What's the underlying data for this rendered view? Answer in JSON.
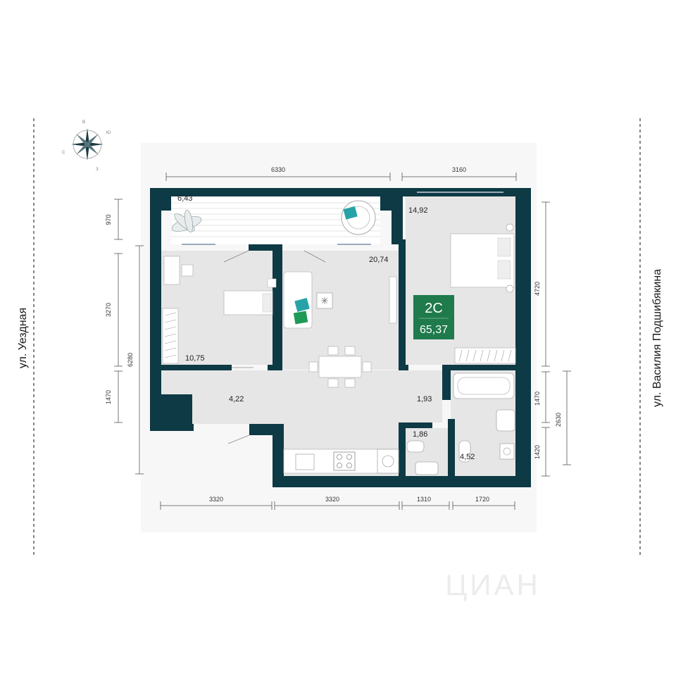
{
  "streets": {
    "left": "ул. Уездная",
    "right": "ул. Василия Подшибякина"
  },
  "compass": {
    "n": "В",
    "e": "Ю",
    "s": "З",
    "w": "С"
  },
  "apartment": {
    "type": "2С",
    "total_area": "65,37"
  },
  "rooms": {
    "balcony": "6,43",
    "bedroom": "14,92",
    "living": "20,74",
    "child_room": "10,75",
    "hall": "4,22",
    "corridor": "1,93",
    "wc": "1,86",
    "bathroom": "4,52"
  },
  "dimensions": {
    "top_left": "6330",
    "top_right": "3160",
    "left_balcony": "970",
    "left_room": "3270",
    "left_hall": "1470",
    "left_total": "6280",
    "right_bedroom": "4720",
    "right_bath_upper": "1470",
    "right_bath_lower": "1420",
    "right_bath_total": "2630",
    "bottom_1": "3320",
    "bottom_2": "3320",
    "bottom_3": "1310",
    "bottom_4": "1720"
  },
  "watermark": "ЦИАН",
  "colors": {
    "wall": "#0d3a44",
    "floor": "#e6e6e6",
    "badge": "#1f7a4c",
    "background_panel": "#f6f6f6"
  }
}
